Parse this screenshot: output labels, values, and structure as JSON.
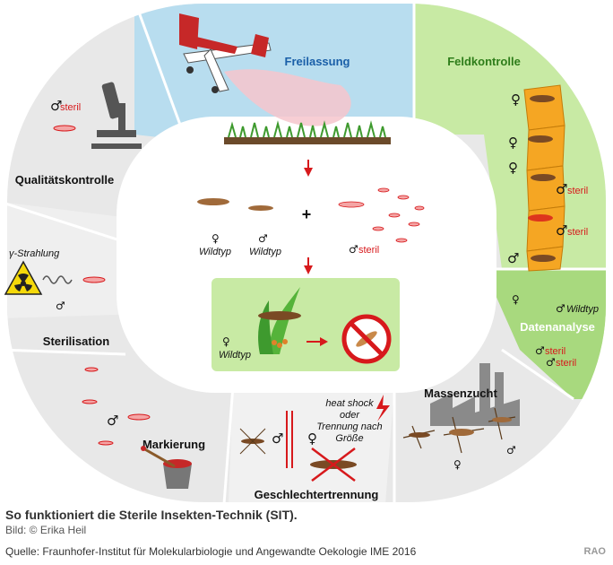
{
  "segments": {
    "release": "Freilassung",
    "field_control": "Feldkontrolle",
    "data_analysis": "Datenanalyse",
    "mass_rearing": "Massenzucht",
    "sex_separation": "Geschlechtertrennung",
    "marking": "Markierung",
    "sterilisation": "Sterilisation",
    "quality_control": "Qualitätskontrolle"
  },
  "symbols": {
    "male": "♂",
    "female": "♀",
    "plus": "+"
  },
  "terms": {
    "steril": "steril",
    "wildtyp": "Wildtyp",
    "gamma": "γ-Strahlung",
    "heat_shock_1": "heat shock",
    "heat_shock_2": "oder",
    "heat_shock_3": "Trennung nach",
    "heat_shock_4": "Größe"
  },
  "caption": {
    "title": "So funktioniert die Sterile Insekten-Technik (SIT).",
    "credit": "Bild: © Erika Heil",
    "source": "Quelle: Fraunhofer-Institut für Molekularbiologie und Angewandte Oekologie IME 2016",
    "badge": "RAO"
  },
  "colors": {
    "ring_grey": "#e6e6e6",
    "ring_sky": "#b8ddef",
    "ring_green": "#c8eaa4",
    "ring_green_dark": "#a8d97e",
    "inner_white": "#ffffff",
    "accent_red": "#d7191c"
  }
}
